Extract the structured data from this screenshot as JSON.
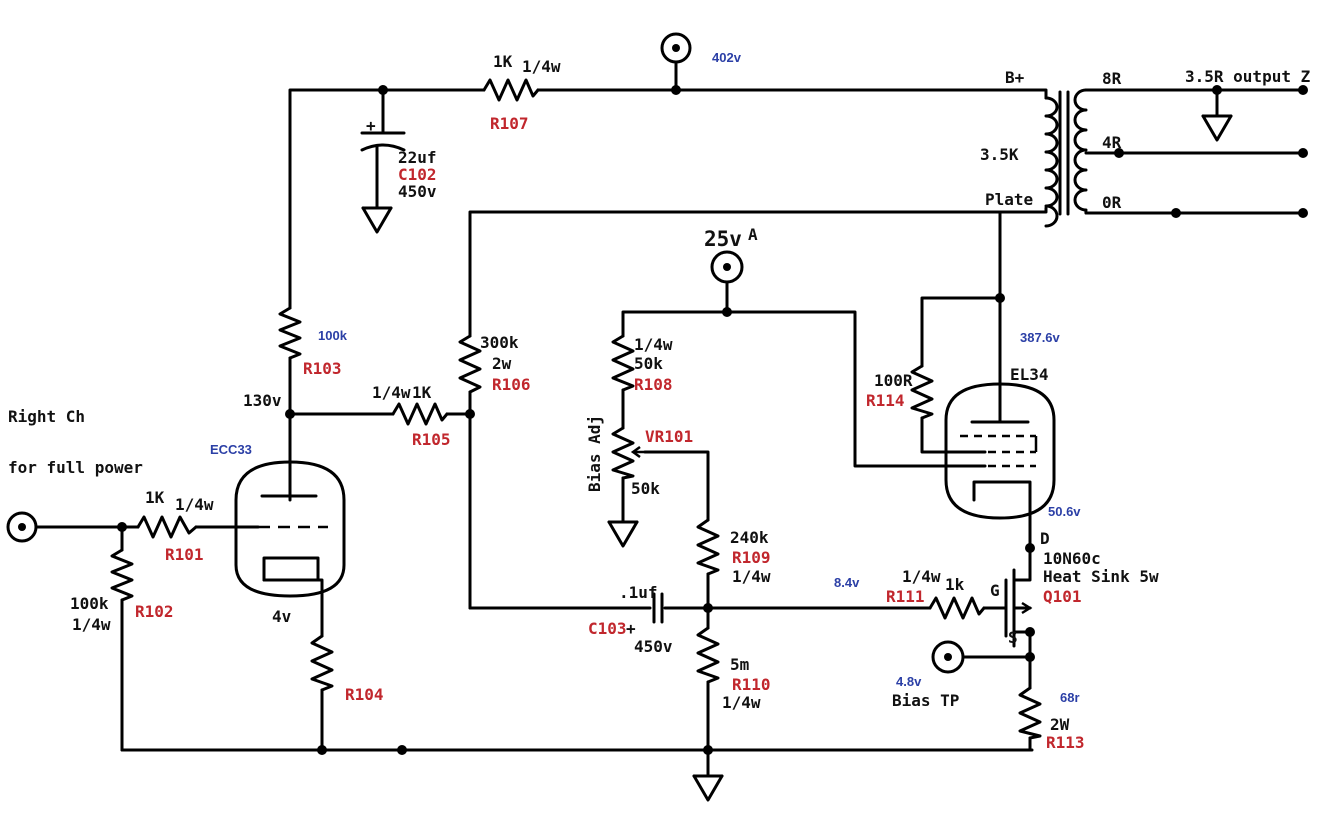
{
  "colors": {
    "wire": "#000000",
    "ref": "#c1272d",
    "voltage": "#2b3fa6"
  },
  "input": {
    "title": "Right Ch",
    "subtitle": "for full power"
  },
  "tubes": {
    "ecc": {
      "name": "ECC33",
      "plate_v": "130v",
      "cathode_v": "4v"
    },
    "el": {
      "name": "EL34",
      "plate_v": "387.6v"
    }
  },
  "resistors": {
    "r101": {
      "value": "1K",
      "power": "1/4w",
      "ref": "R101"
    },
    "r102": {
      "value": "100k",
      "power": "1/4w",
      "ref": "R102"
    },
    "r103": {
      "value": "100k",
      "ref": "R103"
    },
    "r104": {
      "ref": "R104"
    },
    "r105": {
      "power": "1/4w",
      "value": "1K",
      "ref": "R105"
    },
    "r106": {
      "value": "300k",
      "power": "2w",
      "ref": "R106"
    },
    "r107": {
      "value": "1K",
      "power": "1/4w",
      "ref": "R107"
    },
    "r108": {
      "power": "1/4w",
      "value": "50k",
      "ref": "R108"
    },
    "r109": {
      "value": "240k",
      "power": "1/4w",
      "ref": "R109"
    },
    "r110": {
      "value": "5m",
      "power": "1/4w",
      "ref": "R110"
    },
    "r111": {
      "power": "1/4w",
      "value": "1k",
      "ref": "R111"
    },
    "r113": {
      "value": "68r",
      "power": "2W",
      "ref": "R113"
    },
    "r114": {
      "value": "100R",
      "ref": "R114"
    }
  },
  "capacitors": {
    "c102": {
      "value": "22uf",
      "ref": "C102",
      "voltage": "450v",
      "polarity": "+"
    },
    "c103": {
      "value": ".1uf",
      "ref": "C103",
      "polarity": "+",
      "voltage": "450v"
    }
  },
  "pot": {
    "ref": "VR101",
    "value": "50k",
    "label": "Bias Adj"
  },
  "supplies": {
    "b_supply": "402v",
    "bias_supply": "25v",
    "bias_supply_tag": "A"
  },
  "transformer": {
    "primary": "3.5K",
    "b_plus": "B+",
    "plate": "Plate",
    "taps": [
      "8R",
      "4R",
      "0R"
    ],
    "output": "3.5R output Z"
  },
  "mosfet": {
    "part": "10N60c",
    "note": "Heat Sink 5w",
    "ref": "Q101",
    "pin_d": "D",
    "pin_g": "G",
    "pin_s": "S",
    "drain_v": "50.6v",
    "gate_v": "8.4v",
    "source_v": "4.8v"
  },
  "bias_tp": {
    "label": "Bias TP"
  }
}
